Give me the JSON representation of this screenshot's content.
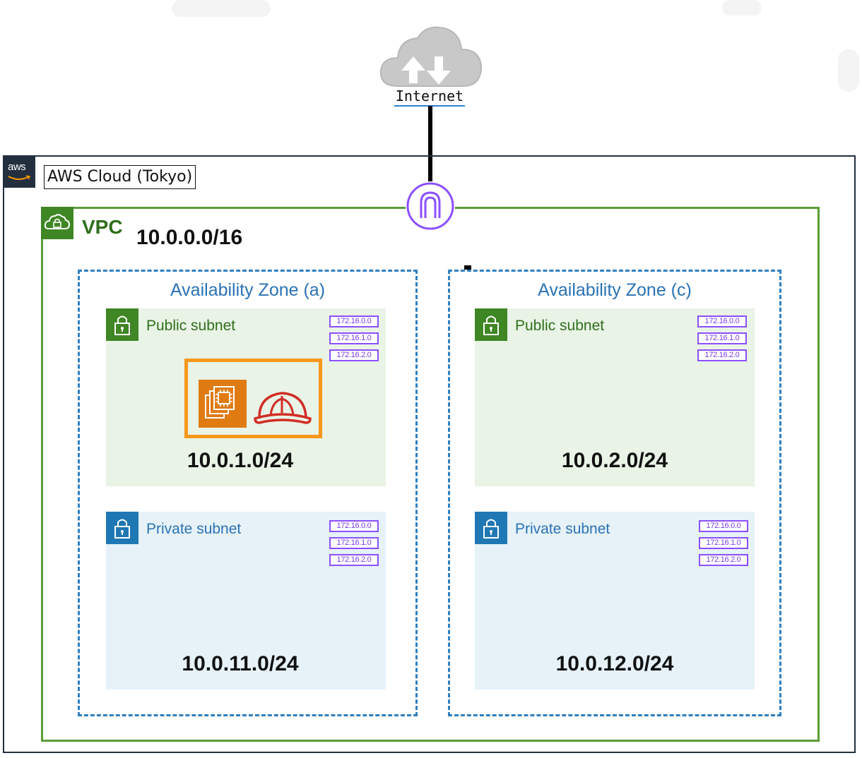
{
  "internet": {
    "label": "Internet",
    "icon": "internet-cloud-icon"
  },
  "aws_cloud": {
    "logo_text": "aws",
    "label": "AWS Cloud (Tokyo)"
  },
  "vpc": {
    "label": "VPC",
    "cidr": "10.0.0.0/16"
  },
  "availability_zones": [
    {
      "label": "Availability Zone (a)",
      "public_subnet": {
        "label": "Public subnet",
        "cidr": "10.0.1.0/24",
        "routes": [
          "172.16.0.0",
          "172.16.1.0",
          "172.16.2.0"
        ]
      },
      "private_subnet": {
        "label": "Private subnet",
        "cidr": "10.0.11.0/24",
        "routes": [
          "172.16.0.0",
          "172.16.1.0",
          "172.16.2.0"
        ]
      }
    },
    {
      "label": "Availability Zone (c)",
      "public_subnet": {
        "label": "Public subnet",
        "cidr": "10.0.2.0/24",
        "routes": [
          "172.16.0.0",
          "172.16.1.0",
          "172.16.2.0"
        ]
      },
      "private_subnet": {
        "label": "Private subnet",
        "cidr": "10.0.12.0/24",
        "routes": [
          "172.16.0.0",
          "172.16.1.0",
          "172.16.2.0"
        ]
      }
    }
  ],
  "colors": {
    "aws_dark": "#232f3e",
    "vpc_green": "#5a9e35",
    "az_blue": "#2f7fbf",
    "igw_purple": "#8c4fff",
    "ec2_orange": "#f7981d",
    "helmet_red": "#d12d26"
  },
  "icons": [
    "internet-cloud-icon",
    "aws-logo-icon",
    "vpc-cloud-lock-icon",
    "internet-gateway-icon",
    "subnet-lock-icon",
    "ec2-instance-icon",
    "hard-hat-icon",
    "route-table-icon"
  ]
}
